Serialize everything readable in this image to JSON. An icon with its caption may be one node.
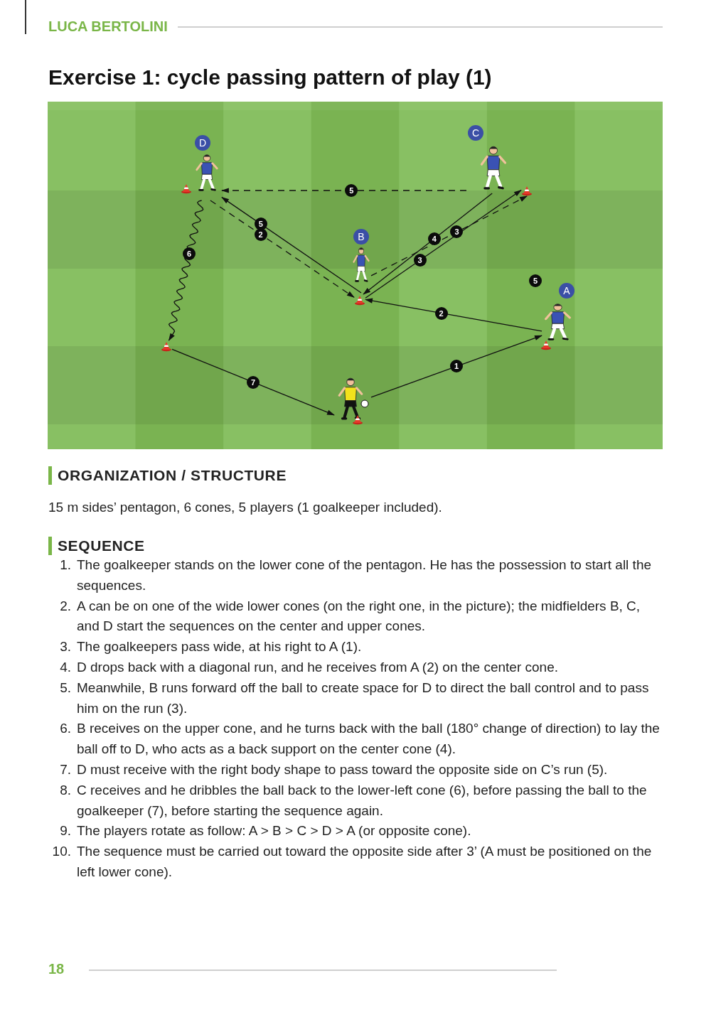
{
  "diagram": {
    "title": "Exercise 1: cycle passing pattern of play (1)",
    "nodes": [
      {
        "text": [
          "D"
        ]
      },
      {
        "text": [
          "C"
        ]
      },
      {
        "text": [],
        "shape": "cone"
      },
      {
        "text": [
          "B"
        ]
      },
      {
        "text": [],
        "shape": "cone"
      },
      {
        "text": [
          "A"
        ]
      },
      {
        "text": [],
        "shape": "cone"
      },
      {
        "text": [],
        "shape": "person"
      }
    ],
    "edges": [
      {
        "from": 7,
        "to": 5,
        "arrow": "to",
        "label": "1"
      },
      {
        "from": 5,
        "to": 4,
        "arrow": "to",
        "label": "2"
      },
      {
        "from": 0,
        "to": 4,
        "arrow": "to",
        "label": "2",
        "style": "dashed"
      },
      {
        "from": 4,
        "to": 0,
        "arrow": "to",
        "label": "5"
      },
      {
        "from": 4,
        "to": 2,
        "arrow": "to",
        "label": "3"
      },
      {
        "from": 3,
        "to": 2,
        "arrow": "to",
        "label": "3",
        "style": "dashed"
      },
      {
        "from": 1,
        "to": 4,
        "arrow": "to",
        "label": "4"
      },
      {
        "from": 1,
        "to": 0,
        "arrow": "to",
        "label": "5",
        "style": "dashed"
      },
      {
        "from": 0,
        "to": 6,
        "arrow": "to",
        "label": "6"
      },
      {
        "from": 6,
        "to": 7,
        "arrow": "to",
        "label": "7"
      }
    ],
    "labels": [
      "LUCA BERTOLINI",
      "5",
      "ORGANIZATION / STRUCTURE",
      "15 m sides’ pentagon, 6 cones, 5 players (1 goalkeeper included).",
      "SEQUENCE",
      "1.",
      "The goalkeeper stands on the lower cone of the pentagon. He has the possession to start all the sequences.",
      "2.",
      "A can be on one of the wide lower cones (on the right one, in the picture); the midfielders B, C, and D start the sequences on the center and upper cones.",
      "3.",
      "The goalkeepers pass wide, at his right to A (1).",
      "4.",
      "D drops back with a diagonal run, and he receives from A (2) on the center cone.",
      "5.",
      "Meanwhile, B runs forward off the ball to create space for D to direct the ball control and to pass him on the run (3).",
      "6.",
      "B receives on the upper cone, and he turns back with the ball (180° change of direction) to lay the ball off to D, who acts as a back support on the center cone (4).",
      "7.",
      "D must receive with the right body shape to pass toward the opposite side on C’s run (5).",
      "8.",
      "C receives and he dribbles the ball back to the lower-left cone (6), before passing the ball to the goalkeeper (7), before starting the sequence again.",
      "9.",
      "The players rotate as follow: A > B > C > D > A (or opposite cone).",
      "10.",
      "The sequence must be carried out toward the opposite side after 3’ (A must be positioned on the left lower cone).",
      "18"
    ]
  }
}
